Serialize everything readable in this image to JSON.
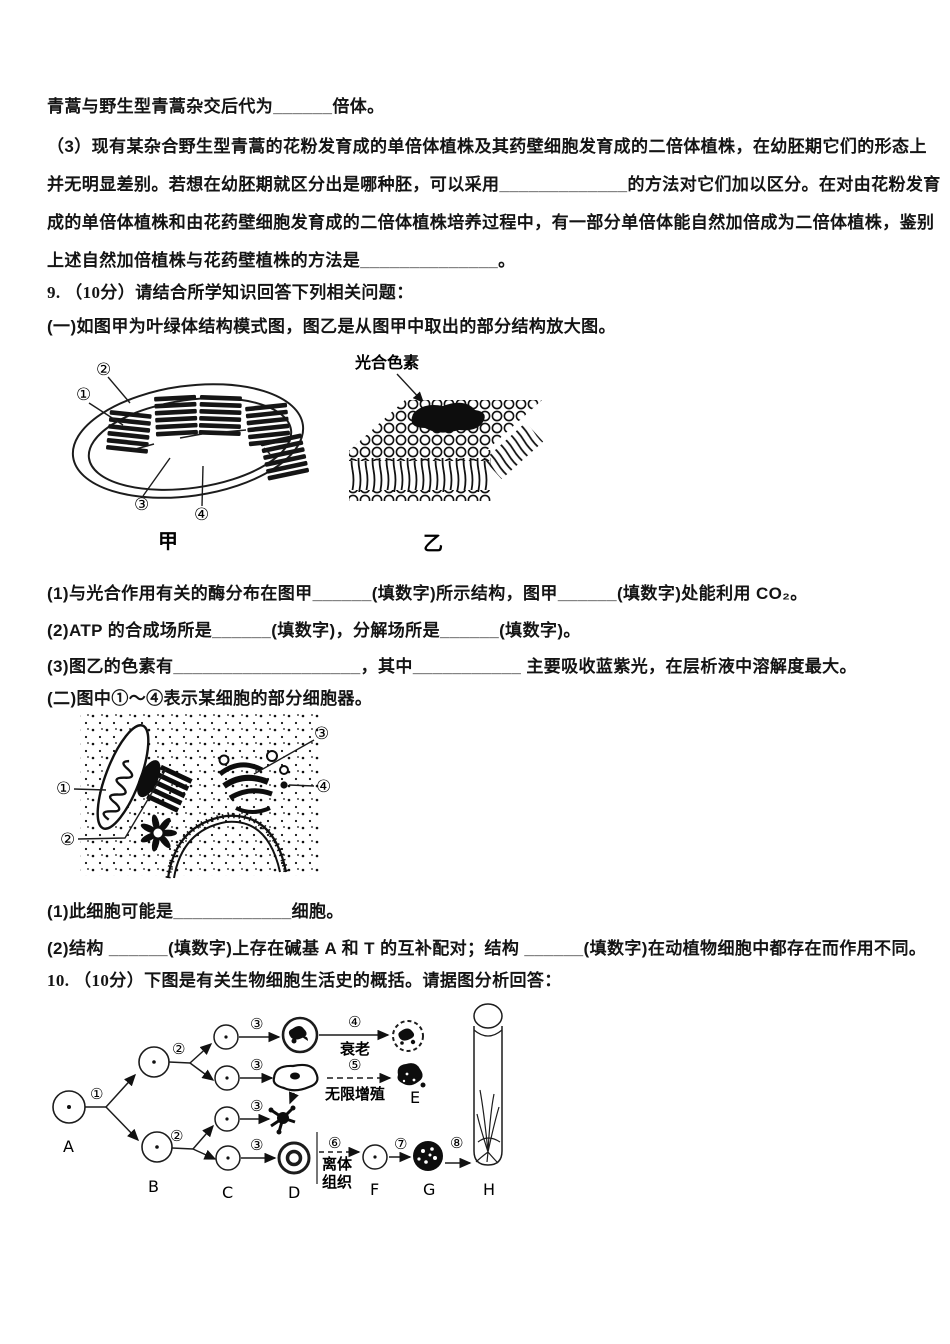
{
  "doc": {
    "q8": {
      "line1": "青蒿与野生型青蒿杂交后代为______倍体。",
      "p3l1": "（3）现有某杂合野生型青蒿的花粉发育成的单倍体植株及其药壁细胞发育成的二倍体植株，在幼胚期它们的形态上",
      "p3l2": "并无明显差别。若想在幼胚期就区分出是哪种胚，可以采用_____________的方法对它们加以区分。在对由花粉发育",
      "p3l3": "成的单倍体植株和由花药壁细胞发育成的二倍体植株培养过程中，有一部分单倍体能自然加倍成为二倍体植株，鉴别",
      "p3l4": "上述自然加倍植株与花药壁植株的方法是______________。"
    },
    "q9": {
      "header": "9. （10分）请结合所学知识回答下列相关问题：",
      "part1": "(一)如图甲为叶绿体结构模式图，图乙是从图甲中取出的部分结构放大图。",
      "q1": "(1)与光合作用有关的酶分布在图甲______(填数字)所示结构，图甲______(填数字)处能利用 CO₂。",
      "q2": "(2)ATP 的合成场所是______(填数字)，分解场所是______(填数字)。",
      "q3": "(3)图乙的色素有___________________，其中___________ 主要吸收蓝紫光，在层析液中溶解度最大。",
      "part2": "(二)图中①～④表示某细胞的部分细胞器。",
      "q4": "(1)此细胞可能是____________细胞。",
      "q5": "(2)结构 ______(填数字)上存在碱基 A 和 T 的互补配对；结构 ______(填数字)在动植物细胞中都存在而作用不同。"
    },
    "q10": {
      "header": "10. （10分）下图是有关生物细胞生活史的概括。请据图分析回答："
    },
    "figJia": {
      "n1": "①",
      "n2": "②",
      "n3": "③",
      "n4": "④",
      "caption": "甲"
    },
    "figYi": {
      "ann": "光合色素",
      "caption": "乙"
    },
    "figCell": {
      "n1": "①",
      "n2": "②",
      "n3": "③",
      "n4": "④"
    },
    "figFlow": {
      "s1": "①",
      "s2": "②",
      "s3": "③",
      "s4": "④",
      "s5": "⑤",
      "s6": "⑥",
      "s7": "⑦",
      "s8": "⑧",
      "A": "A",
      "B": "B",
      "C": "C",
      "D": "D",
      "E": "E",
      "F": "F",
      "G": "G",
      "H": "H",
      "senescence": "衰老",
      "immortal": "无限增殖",
      "explant1": "离体",
      "explant2": "组织"
    }
  }
}
